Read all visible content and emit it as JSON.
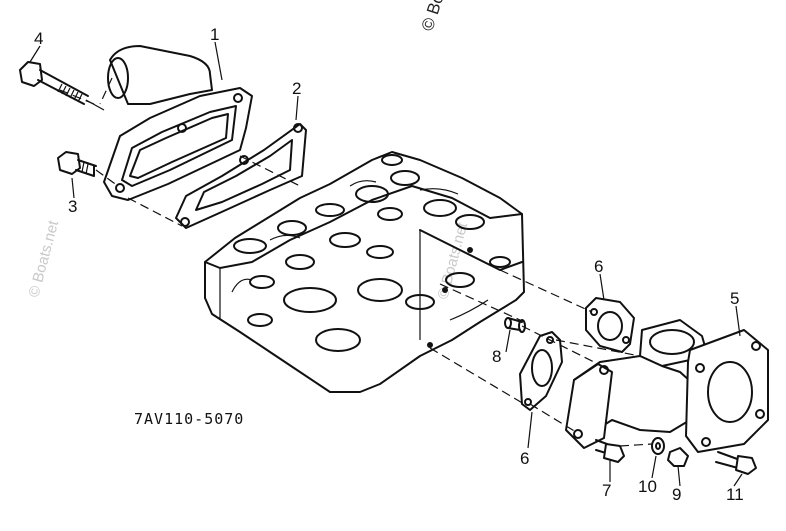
{
  "diagram": {
    "part_code": "7AV110-5070",
    "callouts": {
      "c1": "1",
      "c2": "2",
      "c3": "3",
      "c4": "4",
      "c5": "5",
      "c6a": "6",
      "c6b": "6",
      "c7": "7",
      "c8": "8",
      "c9": "9",
      "c10": "10",
      "c11": "11"
    },
    "watermarks": {
      "top": "© Bo",
      "left": "© Boats.net",
      "center": "© Boats.net"
    }
  }
}
